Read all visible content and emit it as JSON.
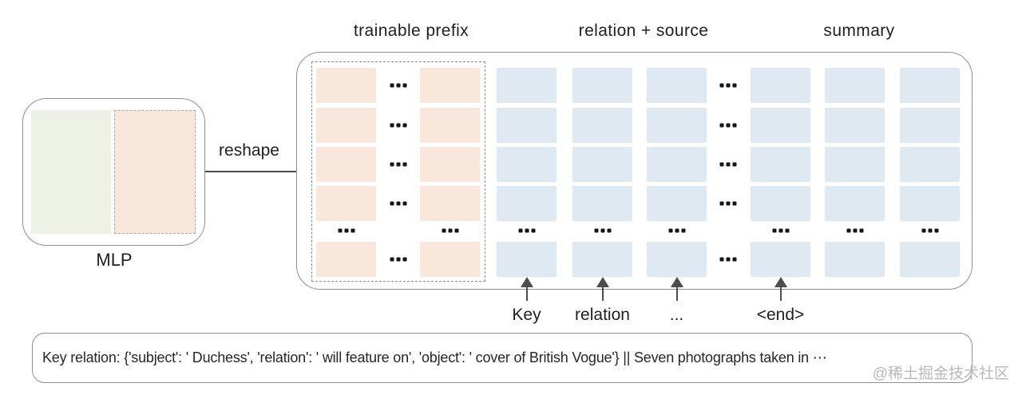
{
  "diagram": {
    "section_labels": {
      "trainable_prefix": "trainable prefix",
      "relation_source": "relation + source",
      "summary": "summary"
    },
    "mlp_label": "MLP",
    "reshape_label": "reshape",
    "token_labels": [
      "Key",
      "relation",
      "...",
      "<end>"
    ],
    "prompt_text": "Key relation: {'subject': ' Duchess', 'relation': ' will feature on', 'object': ' cover of British Vogue'} || Seven photographs taken in ⋯",
    "watermark": "@稀土掘金技术社区",
    "colors": {
      "prefix_cell": "#fae7db",
      "token_cell": "#dfe9f2",
      "mlp_green": "#eef1e6",
      "border": "#8f8f8f",
      "arrow": "#4d4d4d"
    },
    "grid": {
      "column_types": [
        "prefix",
        "ellipsis",
        "prefix",
        "token",
        "token",
        "token",
        "ellipsis",
        "token",
        "token",
        "token"
      ],
      "rows": [
        "cell",
        "cell",
        "cell",
        "cell",
        "ellipsis",
        "cell"
      ],
      "arrow_column_indices": [
        3,
        4,
        5,
        7
      ]
    }
  }
}
